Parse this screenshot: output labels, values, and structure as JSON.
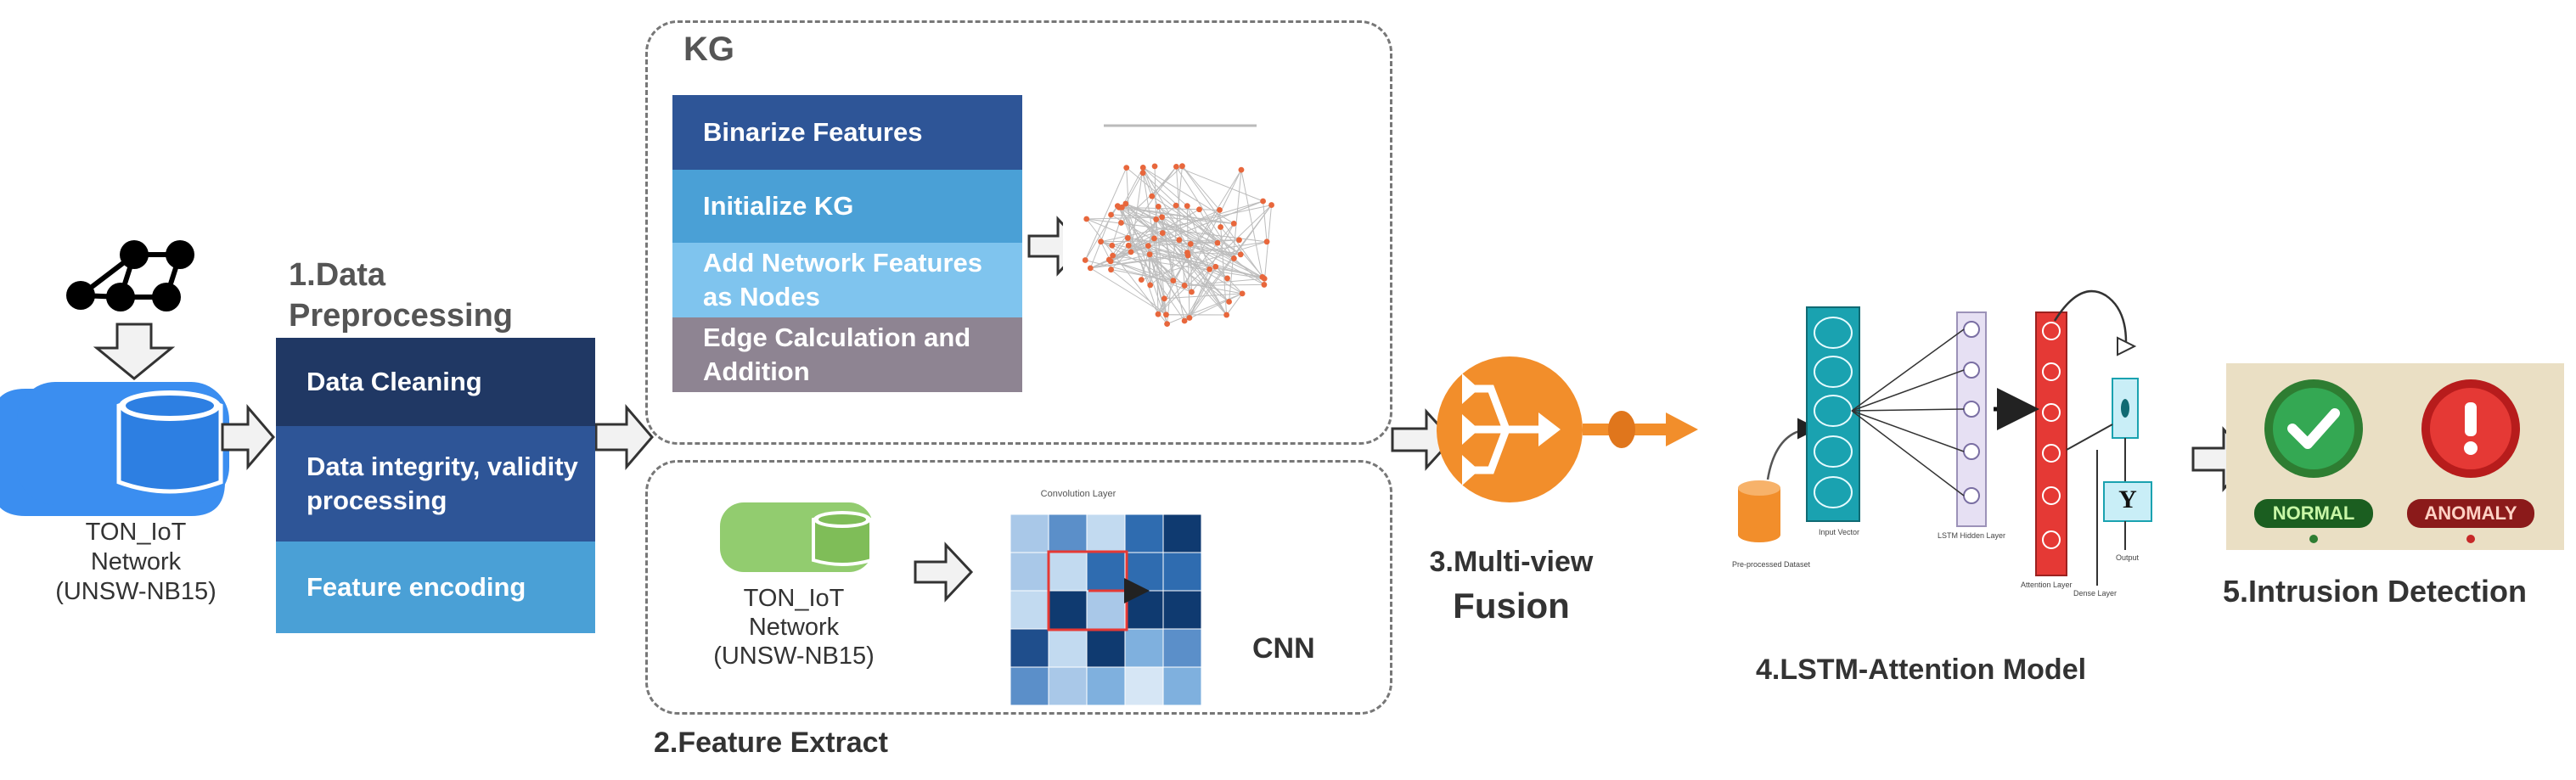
{
  "dataset": {
    "name_line1": "TON_IoT",
    "name_line2": "Network",
    "name_line3": "(UNSW-NB15)"
  },
  "preprocessing": {
    "title": "1.Data Preprocessing",
    "steps": [
      "Data Cleaning",
      "Data integrity, validity processing",
      "Feature encoding"
    ],
    "colors": [
      "#203864",
      "#2e5597",
      "#4aa0d6"
    ]
  },
  "kg": {
    "title": "KG",
    "steps": [
      "Binarize Features",
      "Initialize KG",
      "Add Network Features as Nodes",
      "Edge Calculation and Addition"
    ],
    "colors": [
      "#2e5597",
      "#4aa0d6",
      "#7fc4ee",
      "#8e8492"
    ],
    "graph_icon": "knowledge-graph-network-image"
  },
  "feature_extract": {
    "title": "2.Feature Extract",
    "cnn_label": "CNN",
    "conv_label": "Convolution Layer",
    "db_color": "#92cc6f"
  },
  "fusion": {
    "line1": "3.Multi-view",
    "line2": "Fusion",
    "color": "#f28e2b"
  },
  "lstm": {
    "title": "4.LSTM-Attention Model",
    "input_label": "Pre-processed Dataset",
    "input_vector": "Input Vector",
    "hidden_layer": "LSTM Hidden Layer",
    "attention_layer": "Attention Layer",
    "dense_layer": "Dense Layer",
    "output_label": "Output",
    "y_label": "Y"
  },
  "detection": {
    "title": "5.Intrusion Detection",
    "normal": "NORMAL",
    "anomaly": "ANOMALY",
    "normal_color": "#34a853",
    "anomaly_color": "#e53935"
  }
}
